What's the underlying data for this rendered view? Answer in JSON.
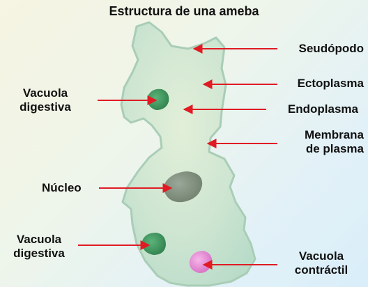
{
  "title": "Estructura de una ameba",
  "labels": {
    "seudopodo": "Seudópodo",
    "ectoplasma": "Ectoplasma",
    "endoplasma": "Endoplasma",
    "membrana_1": "Membrana",
    "membrana_2": "de plasma",
    "vacuola_digestiva_top_1": "Vacuola",
    "vacuola_digestiva_top_2": "digestiva",
    "nucleo": "Núcleo",
    "vacuola_digestiva_bottom_1": "Vacuola",
    "vacuola_digestiva_bottom_2": "digestiva",
    "vacuola_contractil_1": "Vacuola",
    "vacuola_contractil_2": "contráctil"
  },
  "colors": {
    "cytoplasm": "#cfe6cf",
    "membrane": "#a9cdb6",
    "arrow": "#e01b24",
    "nucleus": "#7f8f7a",
    "digestive_vacuole": "#3f9b5f",
    "contractile_vacuole": "#e98bd6"
  }
}
